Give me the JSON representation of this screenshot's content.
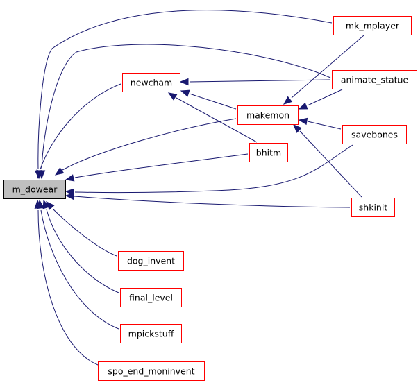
{
  "graph": {
    "root": "m_dowear",
    "nodes": [
      {
        "id": "m_dowear",
        "label": "m_dowear"
      },
      {
        "id": "newcham",
        "label": "newcham"
      },
      {
        "id": "makemon",
        "label": "makemon"
      },
      {
        "id": "bhitm",
        "label": "bhitm"
      },
      {
        "id": "mk_mplayer",
        "label": "mk_mplayer"
      },
      {
        "id": "animate_statue",
        "label": "animate_statue"
      },
      {
        "id": "savebones",
        "label": "savebones"
      },
      {
        "id": "shkinit",
        "label": "shkinit"
      },
      {
        "id": "dog_invent",
        "label": "dog_invent"
      },
      {
        "id": "final_level",
        "label": "final_level"
      },
      {
        "id": "mpickstuff",
        "label": "mpickstuff"
      },
      {
        "id": "spo_end_moninvent",
        "label": "spo_end_moninvent"
      }
    ],
    "edges": [
      {
        "from": "newcham",
        "to": "m_dowear"
      },
      {
        "from": "mk_mplayer",
        "to": "m_dowear"
      },
      {
        "from": "animate_statue",
        "to": "m_dowear"
      },
      {
        "from": "makemon",
        "to": "m_dowear"
      },
      {
        "from": "bhitm",
        "to": "m_dowear"
      },
      {
        "from": "savebones",
        "to": "m_dowear"
      },
      {
        "from": "shkinit",
        "to": "m_dowear"
      },
      {
        "from": "dog_invent",
        "to": "m_dowear"
      },
      {
        "from": "final_level",
        "to": "m_dowear"
      },
      {
        "from": "mpickstuff",
        "to": "m_dowear"
      },
      {
        "from": "spo_end_moninvent",
        "to": "m_dowear"
      },
      {
        "from": "animate_statue",
        "to": "newcham"
      },
      {
        "from": "makemon",
        "to": "newcham"
      },
      {
        "from": "bhitm",
        "to": "newcham"
      },
      {
        "from": "mk_mplayer",
        "to": "makemon"
      },
      {
        "from": "animate_statue",
        "to": "makemon"
      },
      {
        "from": "savebones",
        "to": "makemon"
      },
      {
        "from": "shkinit",
        "to": "makemon"
      }
    ]
  },
  "colors": {
    "edge": "#191970",
    "node_border": "#ff0000",
    "root_fill": "#bfbfbf",
    "root_border": "#000000"
  }
}
